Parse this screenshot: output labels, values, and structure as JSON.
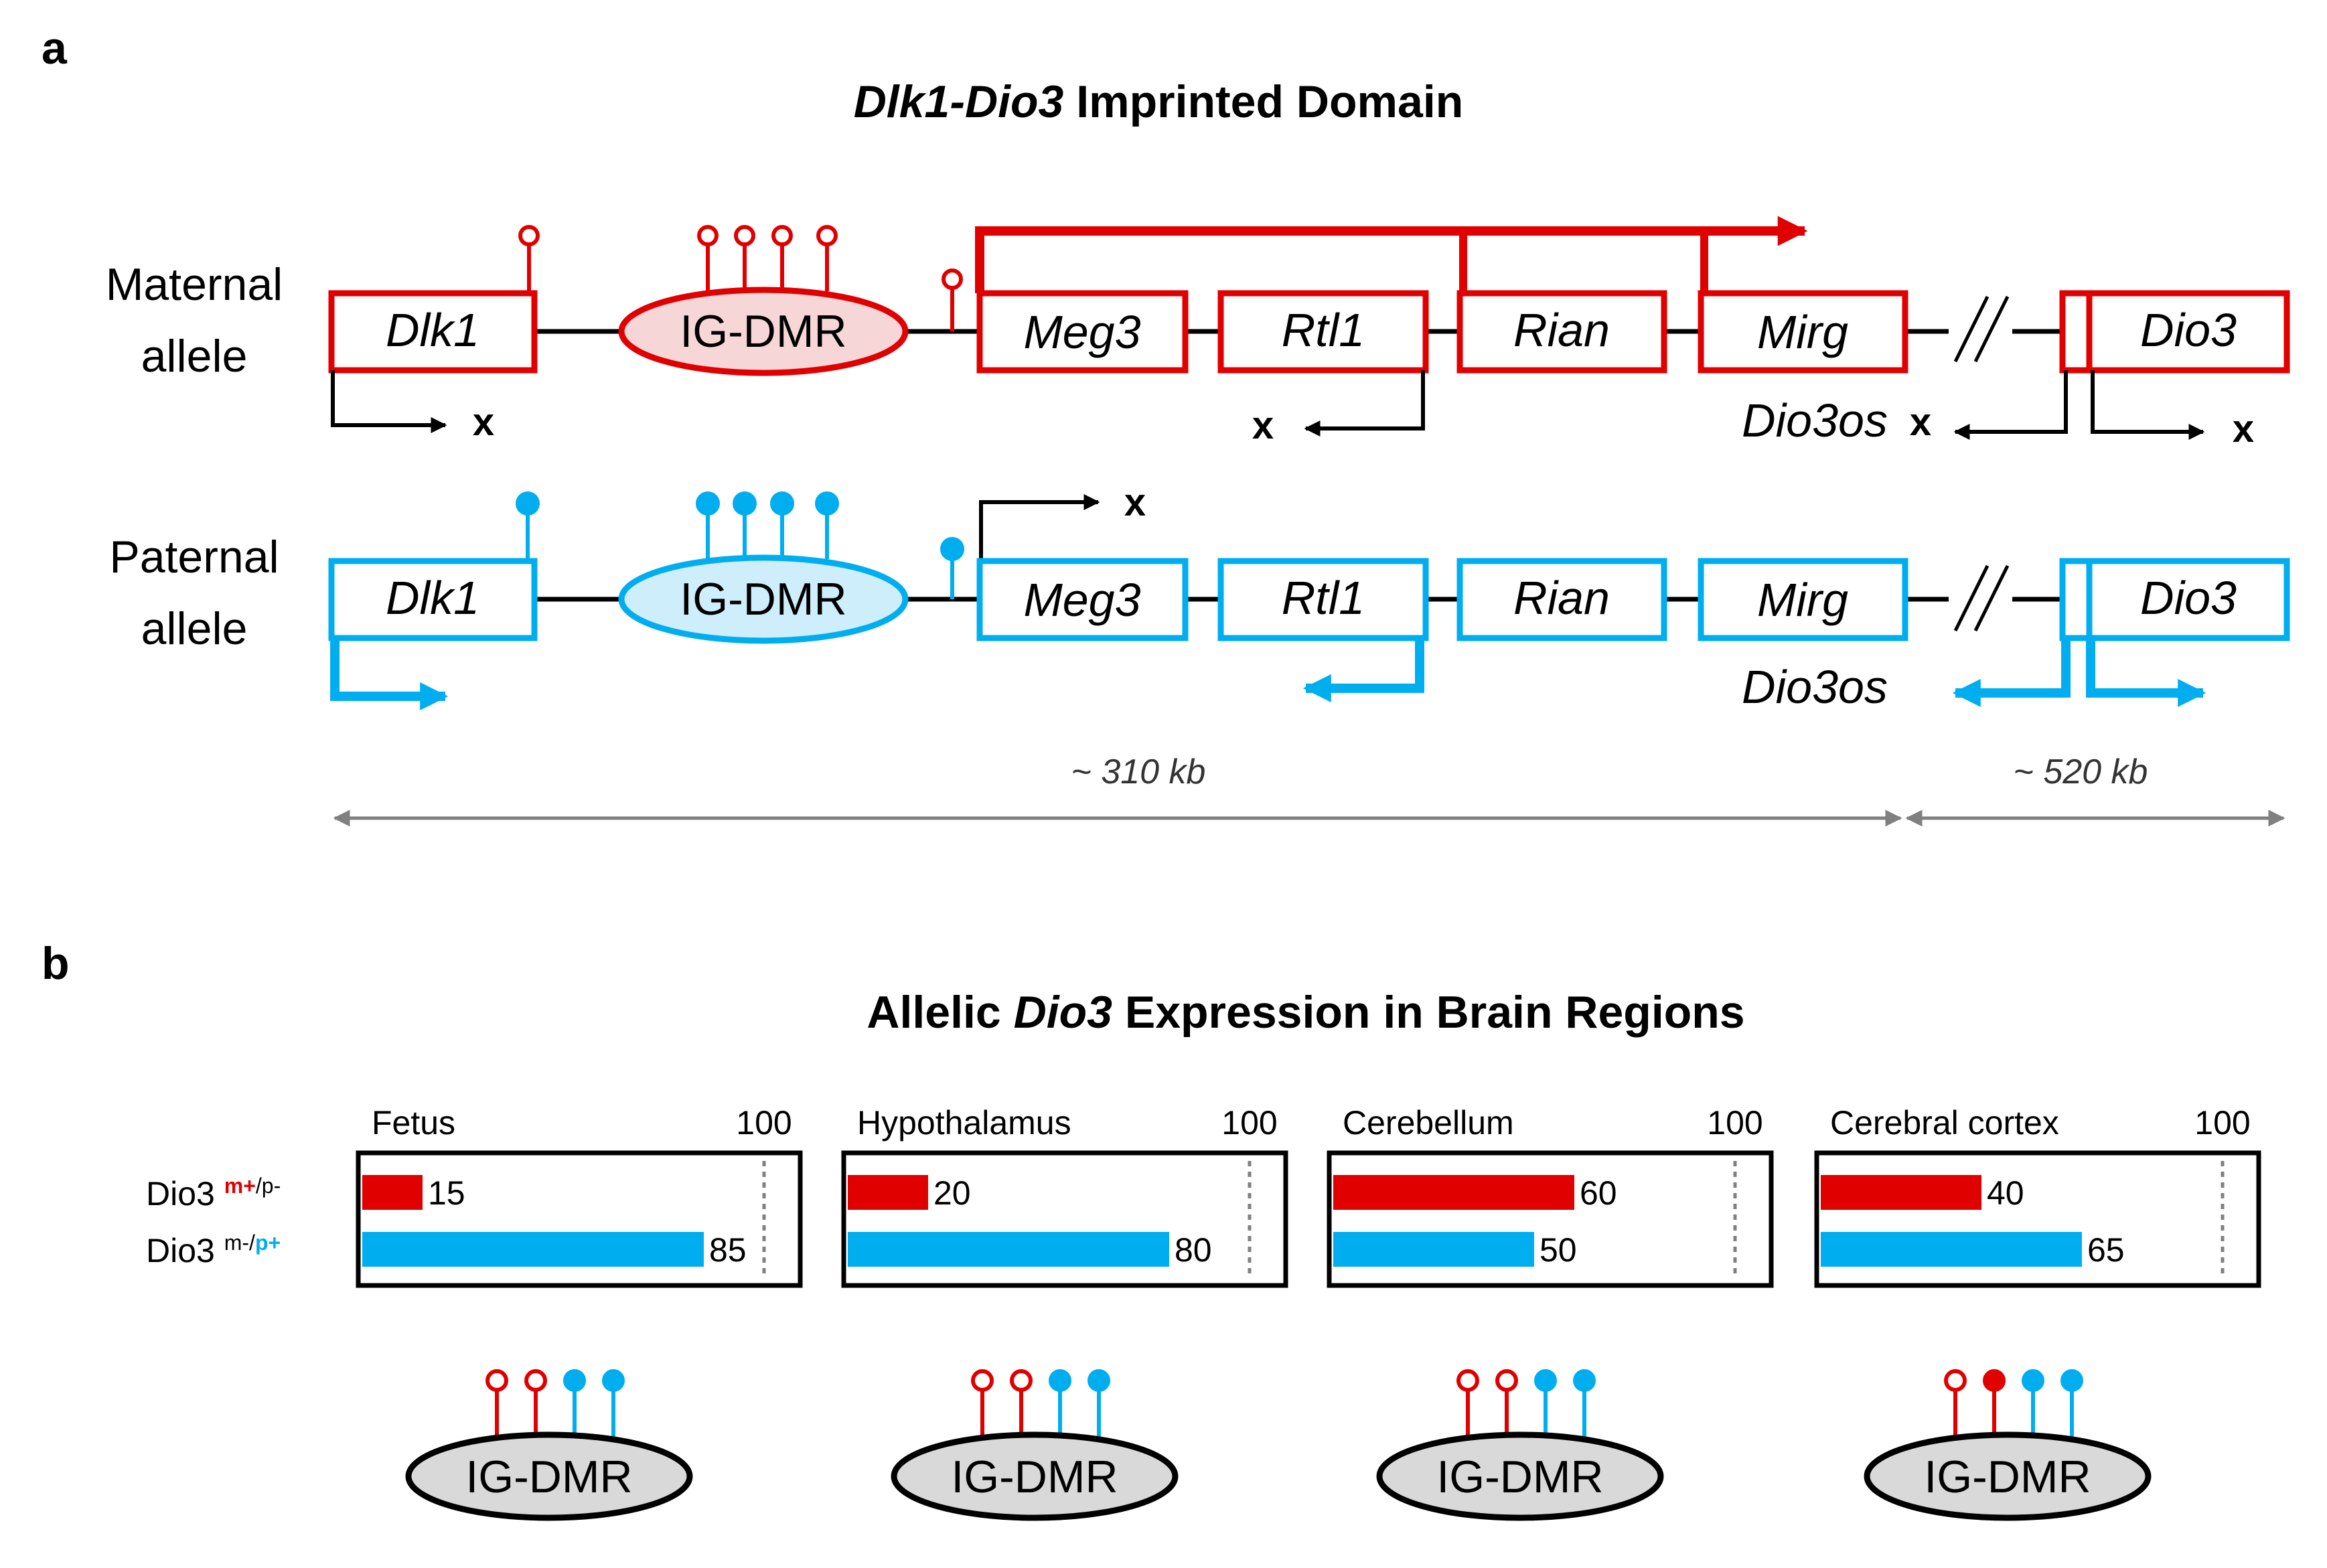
{
  "panel_a": {
    "label": "a",
    "title_italic": "Dlk1-Dio3",
    "title_rest": " Imprinted Domain",
    "maternal_label": [
      "Maternal",
      "allele"
    ],
    "paternal_label": [
      "Paternal",
      "allele"
    ],
    "genes": {
      "dlk1": "Dlk1",
      "meg3": "Meg3",
      "rtl1": "Rtl1",
      "rian": "Rian",
      "mirg": "Mirg",
      "dio3": "Dio3",
      "dio3os": "Dio3os"
    },
    "dmr_label": "IG-DMR",
    "silenced_mark": "x",
    "distance_left": "~ 310 kb",
    "distance_right": "~ 520 kb"
  },
  "panel_b": {
    "label": "b",
    "title_before": "Allelic ",
    "title_italic": "Dio3",
    "title_after": " Expression in Brain Regions",
    "row_labels": [
      {
        "base": "Dio3 ",
        "sup1": "m+",
        "sup1_sep": "/",
        "sup2": "p-"
      },
      {
        "base": "Dio3 ",
        "sup1": "m-",
        "sup1_sep": "/",
        "sup2": "p+"
      }
    ],
    "scale_max_label": "100",
    "dmr_label": "IG-DMR"
  },
  "chart_data": {
    "type": "bar",
    "orientation": "horizontal",
    "xlim": [
      0,
      100
    ],
    "panels": [
      {
        "name": "Fetus",
        "maternal": 15,
        "paternal": 85,
        "methylation": [
          "unmethylated",
          "unmethylated",
          "methylated",
          "methylated"
        ]
      },
      {
        "name": "Hypothalamus",
        "maternal": 20,
        "paternal": 80,
        "methylation": [
          "unmethylated",
          "unmethylated",
          "methylated",
          "methylated"
        ]
      },
      {
        "name": "Cerebellum",
        "maternal": 60,
        "paternal": 50,
        "methylation": [
          "unmethylated",
          "unmethylated",
          "methylated",
          "methylated"
        ]
      },
      {
        "name": "Cerebral cortex",
        "maternal": 40,
        "paternal": 65,
        "methylation": [
          "unmethylated",
          "methylated",
          "methylated",
          "methylated"
        ]
      }
    ]
  },
  "colors": {
    "maternal": "#e00000",
    "paternal": "#00aeef",
    "paternal_fill": "#cdeefa",
    "maternal_fill": "#f6d6d6",
    "dmr_gray": "#d9d9d9",
    "line": "#000000",
    "scale": "#808080"
  }
}
